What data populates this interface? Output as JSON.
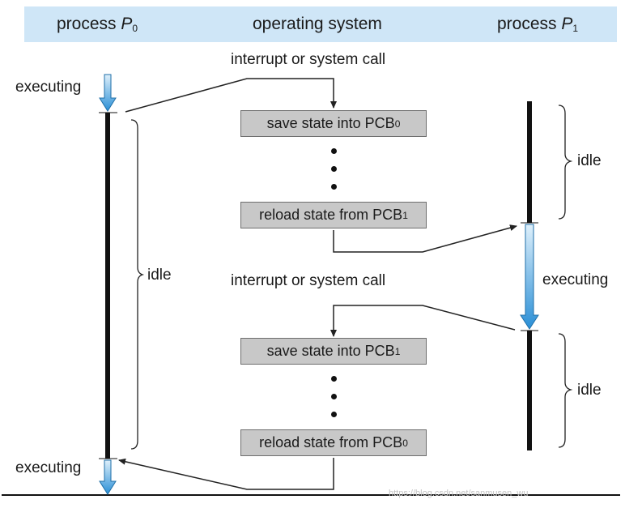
{
  "header": {
    "p0_label": "process",
    "p0_symbol": "P",
    "p0_sub": "0",
    "os_label": "operating system",
    "p1_label": "process",
    "p1_symbol": "P",
    "p1_sub": "1"
  },
  "labels": {
    "interrupt_top": "interrupt or system call",
    "interrupt_mid": "interrupt or system call",
    "executing_p0_top": "executing",
    "executing_p0_bottom": "executing",
    "idle_p0": "idle",
    "idle_p1_top": "idle",
    "executing_p1": "executing",
    "idle_p1_bottom": "idle"
  },
  "boxes": {
    "save_pcb0": {
      "text": "save state into PCB",
      "sub": "0"
    },
    "reload_pcb1": {
      "text": "reload state from PCB",
      "sub": "1"
    },
    "save_pcb1": {
      "text": "save state into PCB",
      "sub": "1"
    },
    "reload_pcb0": {
      "text": "reload state from PCB",
      "sub": "0"
    }
  },
  "watermark": "https://blog.csdn.net/sanmusen_wu",
  "colors": {
    "header_bg": "#cfe6f7",
    "box_fill": "#c8c8c8",
    "executing_arrow_top": "#dff0fb",
    "executing_arrow_bottom": "#2a8fd6"
  }
}
